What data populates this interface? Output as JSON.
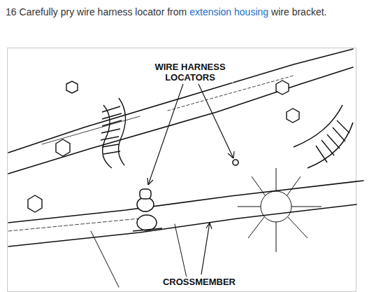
{
  "diagram": {
    "labels": [
      "16",
      "Carefully pry wire harness locator from",
      "extension housing",
      "wire bracket.",
      "WIRE HARNESS LOCATORS",
      "CROSSMEMBER"
    ]
  }
}
